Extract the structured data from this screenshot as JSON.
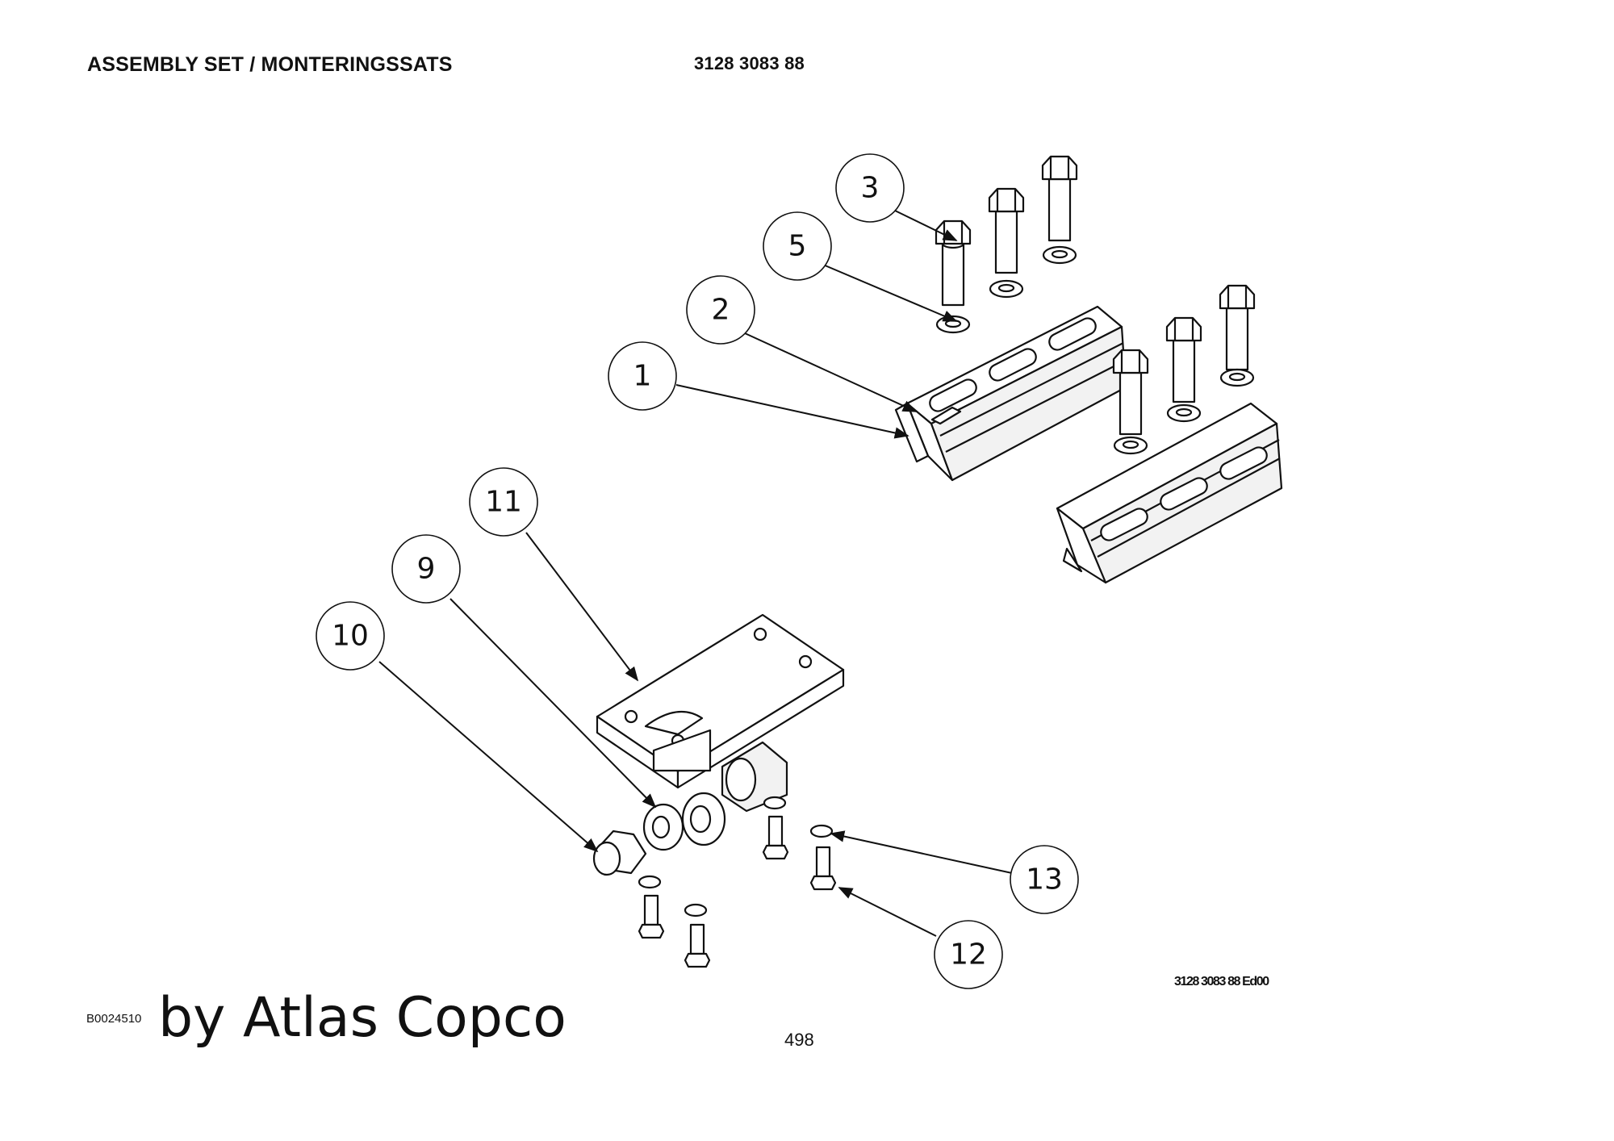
{
  "header": {
    "title": "ASSEMBLY SET / MONTERINGSSATS",
    "part_number": "3128 3083 88"
  },
  "footer": {
    "drawing_ref": "3128 3083 88 Ed00",
    "image_code": "B0024510",
    "brand_text": "by Atlas Copco",
    "page_number": "498"
  },
  "callouts": [
    "1",
    "2",
    "3",
    "5",
    "9",
    "10",
    "11",
    "12",
    "13"
  ]
}
